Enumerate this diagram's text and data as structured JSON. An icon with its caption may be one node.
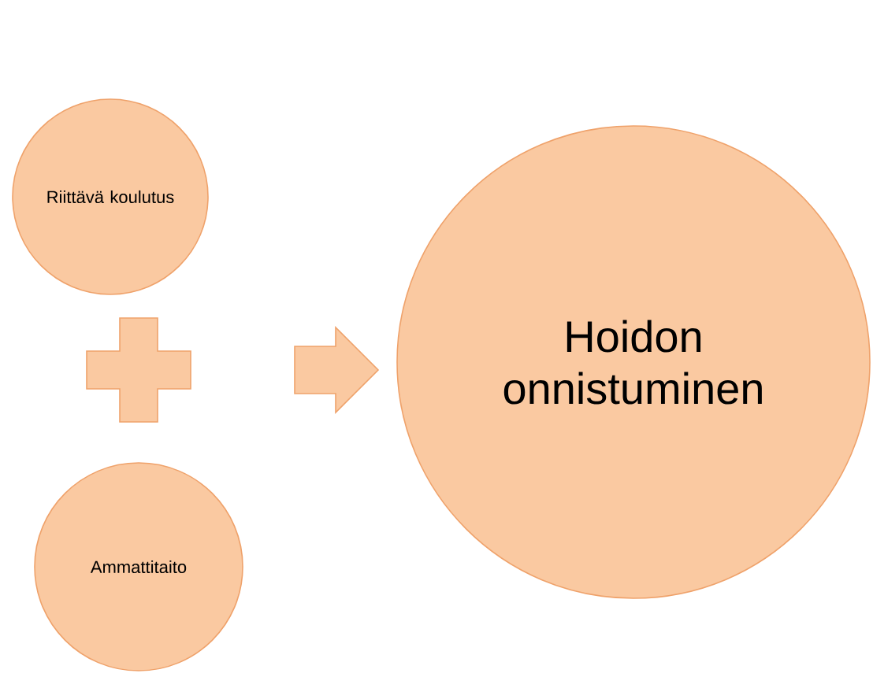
{
  "diagram": {
    "nodes": [
      {
        "text": [
          "Riittävä koulutus"
        ]
      },
      {
        "text": [
          "Ammattitaito"
        ]
      },
      {
        "text": [
          "Hoidon onnistuminen"
        ]
      }
    ],
    "edges": [
      {
        "from": null,
        "to": 2,
        "arrow": "to"
      }
    ]
  }
}
